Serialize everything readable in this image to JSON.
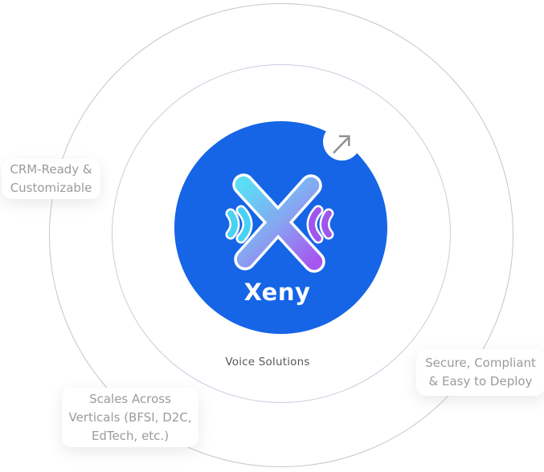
{
  "brand": {
    "name": "Xeny",
    "caption": "Voice Solutions"
  },
  "features": {
    "crm": {
      "lines": [
        "CRM-Ready &",
        "Customizable"
      ]
    },
    "secure": {
      "lines": [
        "Secure, Compliant",
        "& Easy to Deploy"
      ]
    },
    "scales": {
      "lines": [
        "Scales Across",
        "Verticals (BFSI, D2C,",
        "EdTech, etc.)"
      ]
    }
  },
  "colors": {
    "brand_blue": "#1565e6",
    "ring_outer": "#c6c6c6",
    "ring_inner": "#c5cedd",
    "x_grad_start": "#59DEF6",
    "x_grad_mid": "#87A5F1",
    "x_grad_end": "#A557F0",
    "wave_left": "#49D2F4",
    "wave_right": "#9E57EC",
    "arrow_gray": "#8d8d8d",
    "label_text": "#9b9b9b"
  }
}
